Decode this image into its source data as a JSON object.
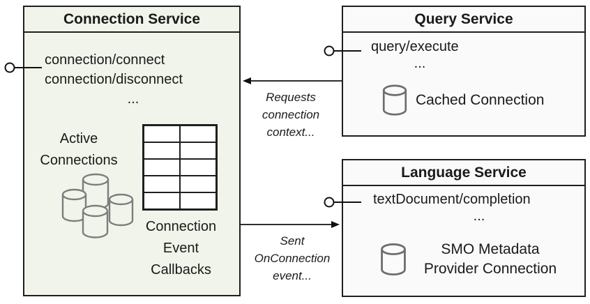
{
  "colors": {
    "border": "#1f1f1f",
    "text": "#1a1a1a",
    "connection_service_bg": "#f1f4ea",
    "service_bg": "#fafafa",
    "database_icon_gray": "#6e6e6e"
  },
  "connection_service": {
    "title": "Connection Service",
    "methods": [
      "connection/connect",
      "connection/disconnect",
      "..."
    ],
    "active_connections_label": "Active Connections",
    "callbacks_label": "Connection Event Callbacks"
  },
  "query_service": {
    "title": "Query Service",
    "methods": [
      "query/execute",
      "..."
    ],
    "connection_label": "Cached Connection"
  },
  "language_service": {
    "title": "Language Service",
    "methods": [
      "textDocument/completion",
      "..."
    ],
    "connection_label": "SMO Metadata Provider Connection"
  },
  "arrows": {
    "request": {
      "label": "Requests connection context..."
    },
    "event": {
      "label": "Sent OnConnection event..."
    }
  }
}
